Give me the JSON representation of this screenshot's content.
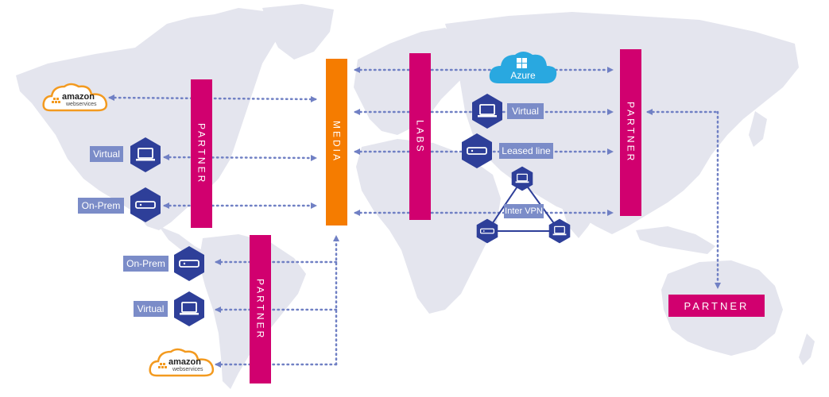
{
  "colors": {
    "partner": "#d1006f",
    "media": "#f57c00",
    "node": "#2e3f99",
    "label": "#7b8cc8",
    "arrow": "#7080c4",
    "map": "#e4e5ee",
    "azure": "#29a8e0",
    "aws_orange": "#f39a1f"
  },
  "bars": {
    "partner_na": "PARTNER",
    "partner_sa": "PARTNER",
    "media": "MEDIA",
    "labs": "LABS",
    "partner_asia": "PARTNER",
    "partner_aus": "PARTNER"
  },
  "labels": {
    "virtual_na": "Virtual",
    "onprem_na": "On-Prem",
    "onprem_sa": "On-Prem",
    "virtual_sa": "Virtual",
    "virtual_eu": "Virtual",
    "leased_line": "Leased line",
    "inter_vpn": "Inter VPN"
  },
  "logos": {
    "aws_word": "amazon",
    "aws_sub": "webservices",
    "azure": "Azure"
  },
  "icons": {
    "virtual": "laptop-icon",
    "onprem": "server-icon"
  }
}
